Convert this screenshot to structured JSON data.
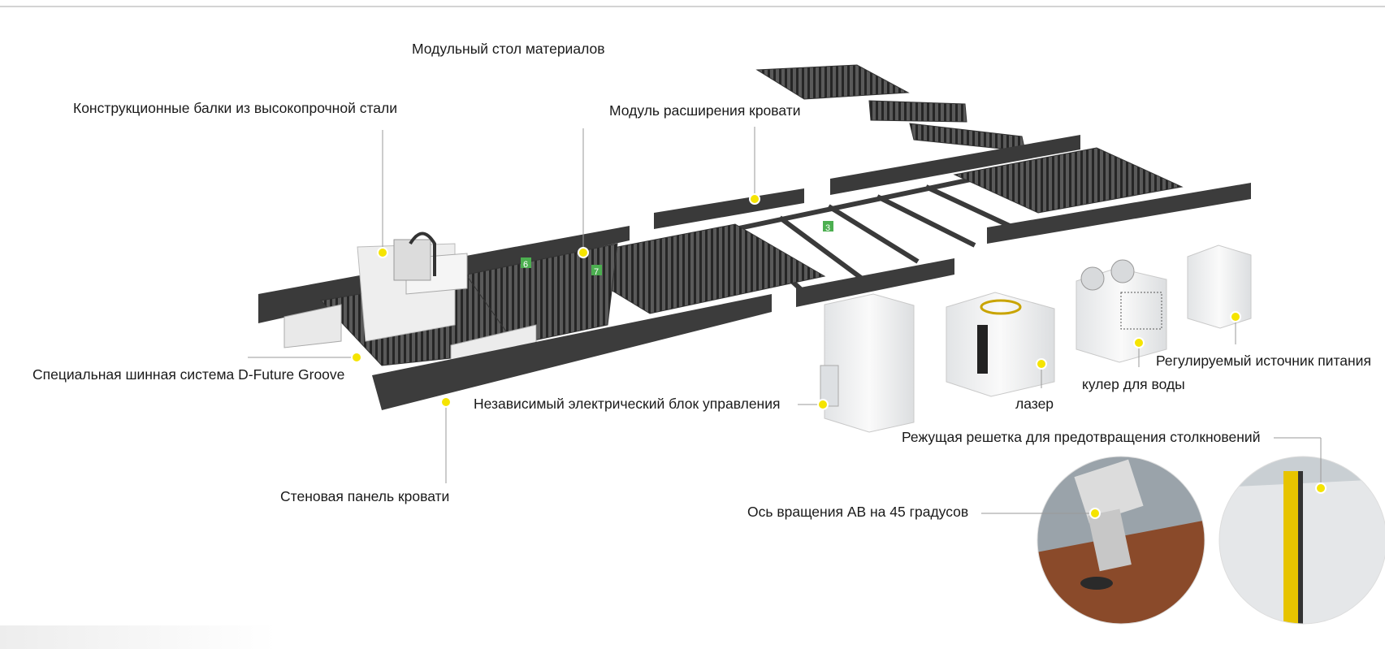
{
  "colors": {
    "accent_dot": "#f5e400",
    "machine_dark": "#3b3b3b",
    "machine_slat": "#2c2c2c",
    "cabinet": "#f1f2f3",
    "callout_line": "#9a9a9a",
    "marker_green": "#4caf50"
  },
  "labels": {
    "modular_table": "Модульный стол материалов",
    "steel_beams": "Конструкционные балки из высокопрочной стали",
    "bed_extension": "Модуль расширения кровати",
    "rail_system": "Специальная шинная система D-Future Groove",
    "control_box": "Независимый электрический блок управления",
    "bed_wall_panel": "Стеновая панель кровати",
    "laser": "лазер",
    "water_cooler": "кулер для воды",
    "power_supply": "Регулируемый источник питания",
    "anti_collision_grid": "Режущая решетка для предотвращения столкновений",
    "ab_axis": "Ось вращения AB на 45 градусов"
  },
  "markers": [
    "6",
    "7",
    "3"
  ],
  "icons": {
    "callout_dot": "yellow-circle",
    "laser_head_photo": "circle-photo",
    "grid_photo": "circle-photo"
  }
}
